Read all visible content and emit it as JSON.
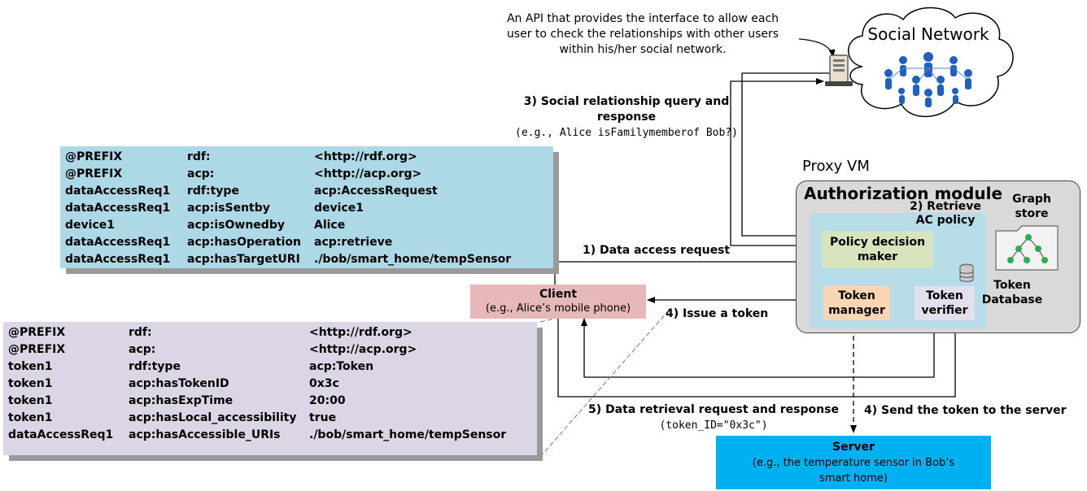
{
  "api_note": [
    "An API that provides the interface to allow each",
    "user to check the relationships with other users",
    "within his/her social network."
  ],
  "social_network": "Social Network",
  "query_label": {
    "line1": "3) Social relationship query and",
    "line2": "response",
    "line3": "(e.g., Alice isFamilymemberof Bob?)"
  },
  "proxy_vm": "Proxy VM",
  "authorization_module": "Authorization module",
  "retrieve_policy": {
    "line1": "2) Retrieve",
    "line2": "AC policy"
  },
  "graph_store": {
    "line1": "Graph",
    "line2": "store"
  },
  "policy_decision_maker": {
    "line1": "Policy decision",
    "line2": "maker"
  },
  "token_manager": {
    "line1": "Token",
    "line2": "manager"
  },
  "token_verifier": {
    "line1": "Token",
    "line2": "verifier"
  },
  "token_database": {
    "line1": "Token",
    "line2": "Database"
  },
  "client": {
    "title": "Client",
    "subtitle": "(e.g., Alice’s mobile phone)"
  },
  "server": {
    "title": "Server",
    "line2": "(e.g., the temperature sensor in Bob’s",
    "line3": "smart home)"
  },
  "step1": "1) Data access request",
  "step4_issue": "4) Issue a token",
  "step4_send": "4) Send the token to the server",
  "step5": {
    "line1": "5) Data retrieval request and response",
    "line2": "(token_ID=\"0x3c\")"
  },
  "request_triples": [
    [
      "@PREFIX",
      "rdf:",
      "<http://rdf.org>"
    ],
    [
      "@PREFIX",
      "acp:",
      "<http://acp.org>"
    ],
    [
      "dataAccessReq1",
      "rdf:type",
      "acp:AccessRequest"
    ],
    [
      "dataAccessReq1",
      "acp:isSentby",
      "device1"
    ],
    [
      "device1",
      "acp:isOwnedby",
      "Alice"
    ],
    [
      "dataAccessReq1",
      "acp:hasOperation",
      "acp:retrieve"
    ],
    [
      "dataAccessReq1",
      "acp:hasTargetURI",
      "./bob/smart_home/tempSensor"
    ]
  ],
  "token_triples": [
    [
      "@PREFIX",
      "rdf:",
      "<http://rdf.org>"
    ],
    [
      "@PREFIX",
      "acp:",
      "<http://acp.org>"
    ],
    [
      "token1",
      "rdf:type",
      "acp:Token"
    ],
    [
      "token1",
      "acp:hasTokenID",
      "0x3c"
    ],
    [
      "token1",
      "acp:hasExpTime",
      "20:00"
    ],
    [
      "token1",
      "acp:hasLocal_accessibility",
      "true"
    ],
    [
      "dataAccessReq1",
      "acp:hasAccessible_URIs",
      "./bob/smart_home/tempSensor"
    ]
  ],
  "colors": {
    "request_box": "#add8e6",
    "token_box": "#dcd5e5",
    "client": "#e6b8b7",
    "policy": "#d7e4bd",
    "token_manager": "#fcd5b5",
    "token_verifier": "#e4dfec",
    "server": "#00b0f0",
    "auth_module": "#d9d9d9",
    "auth_inner": "#b7dde8"
  }
}
